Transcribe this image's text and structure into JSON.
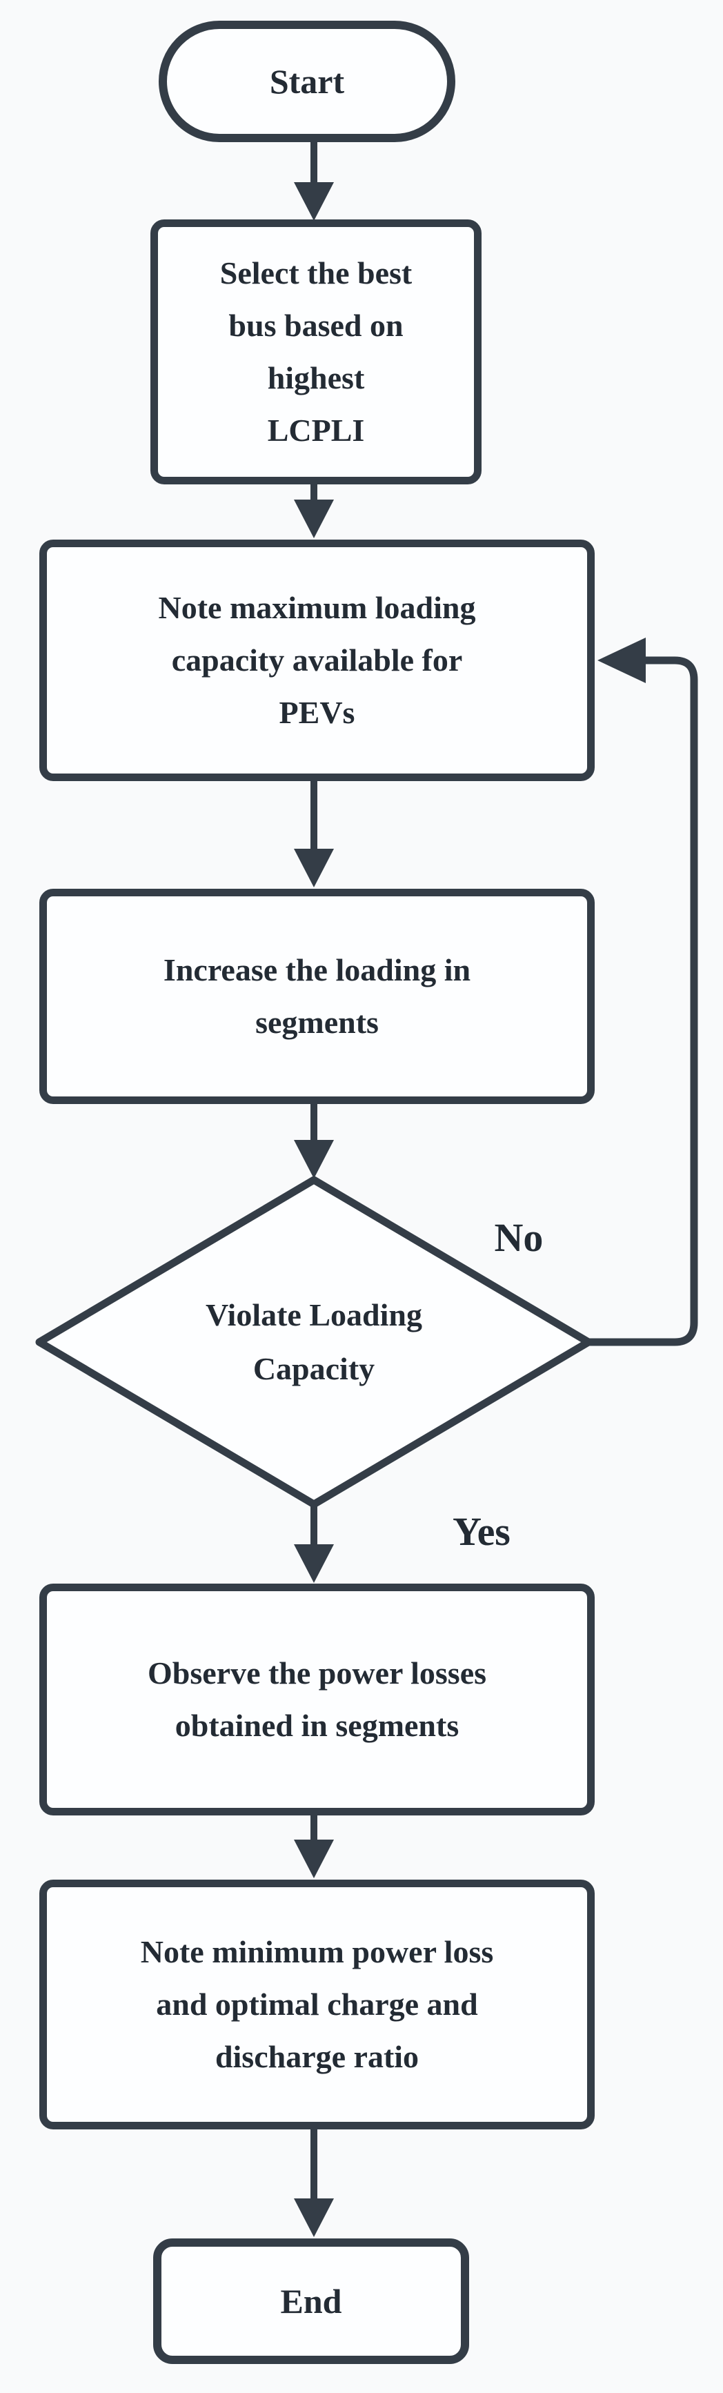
{
  "flowchart": {
    "colors": {
      "stroke": "#343d47",
      "text": "#232b34",
      "fill": "#fdfeff",
      "background": "#f9fafb"
    },
    "start": {
      "label": "Start"
    },
    "step1": {
      "label": "Select the best bus based on highest LCPLI",
      "lines": [
        "Select the best",
        "bus based on",
        "highest",
        "LCPLI"
      ]
    },
    "step2": {
      "label": "Note maximum loading capacity available for PEVs",
      "lines": [
        "Note maximum loading",
        "capacity available for",
        "PEVs"
      ]
    },
    "step3": {
      "label": "Increase the loading in segments",
      "lines": [
        "Increase the loading in",
        "segments"
      ]
    },
    "decision": {
      "label": "Violate Loading Capacity",
      "lines": [
        "Violate Loading",
        "Capacity"
      ]
    },
    "branch_no": {
      "label": "No"
    },
    "branch_yes": {
      "label": "Yes"
    },
    "step4": {
      "label": "Observe the power losses obtained in segments",
      "lines": [
        "Observe the power losses",
        "obtained in segments"
      ]
    },
    "step5": {
      "label": "Note minimum power loss and optimal charge and discharge ratio",
      "lines": [
        "Note minimum power loss",
        "and optimal charge and",
        "discharge ratio"
      ]
    },
    "end": {
      "label": "End"
    }
  }
}
